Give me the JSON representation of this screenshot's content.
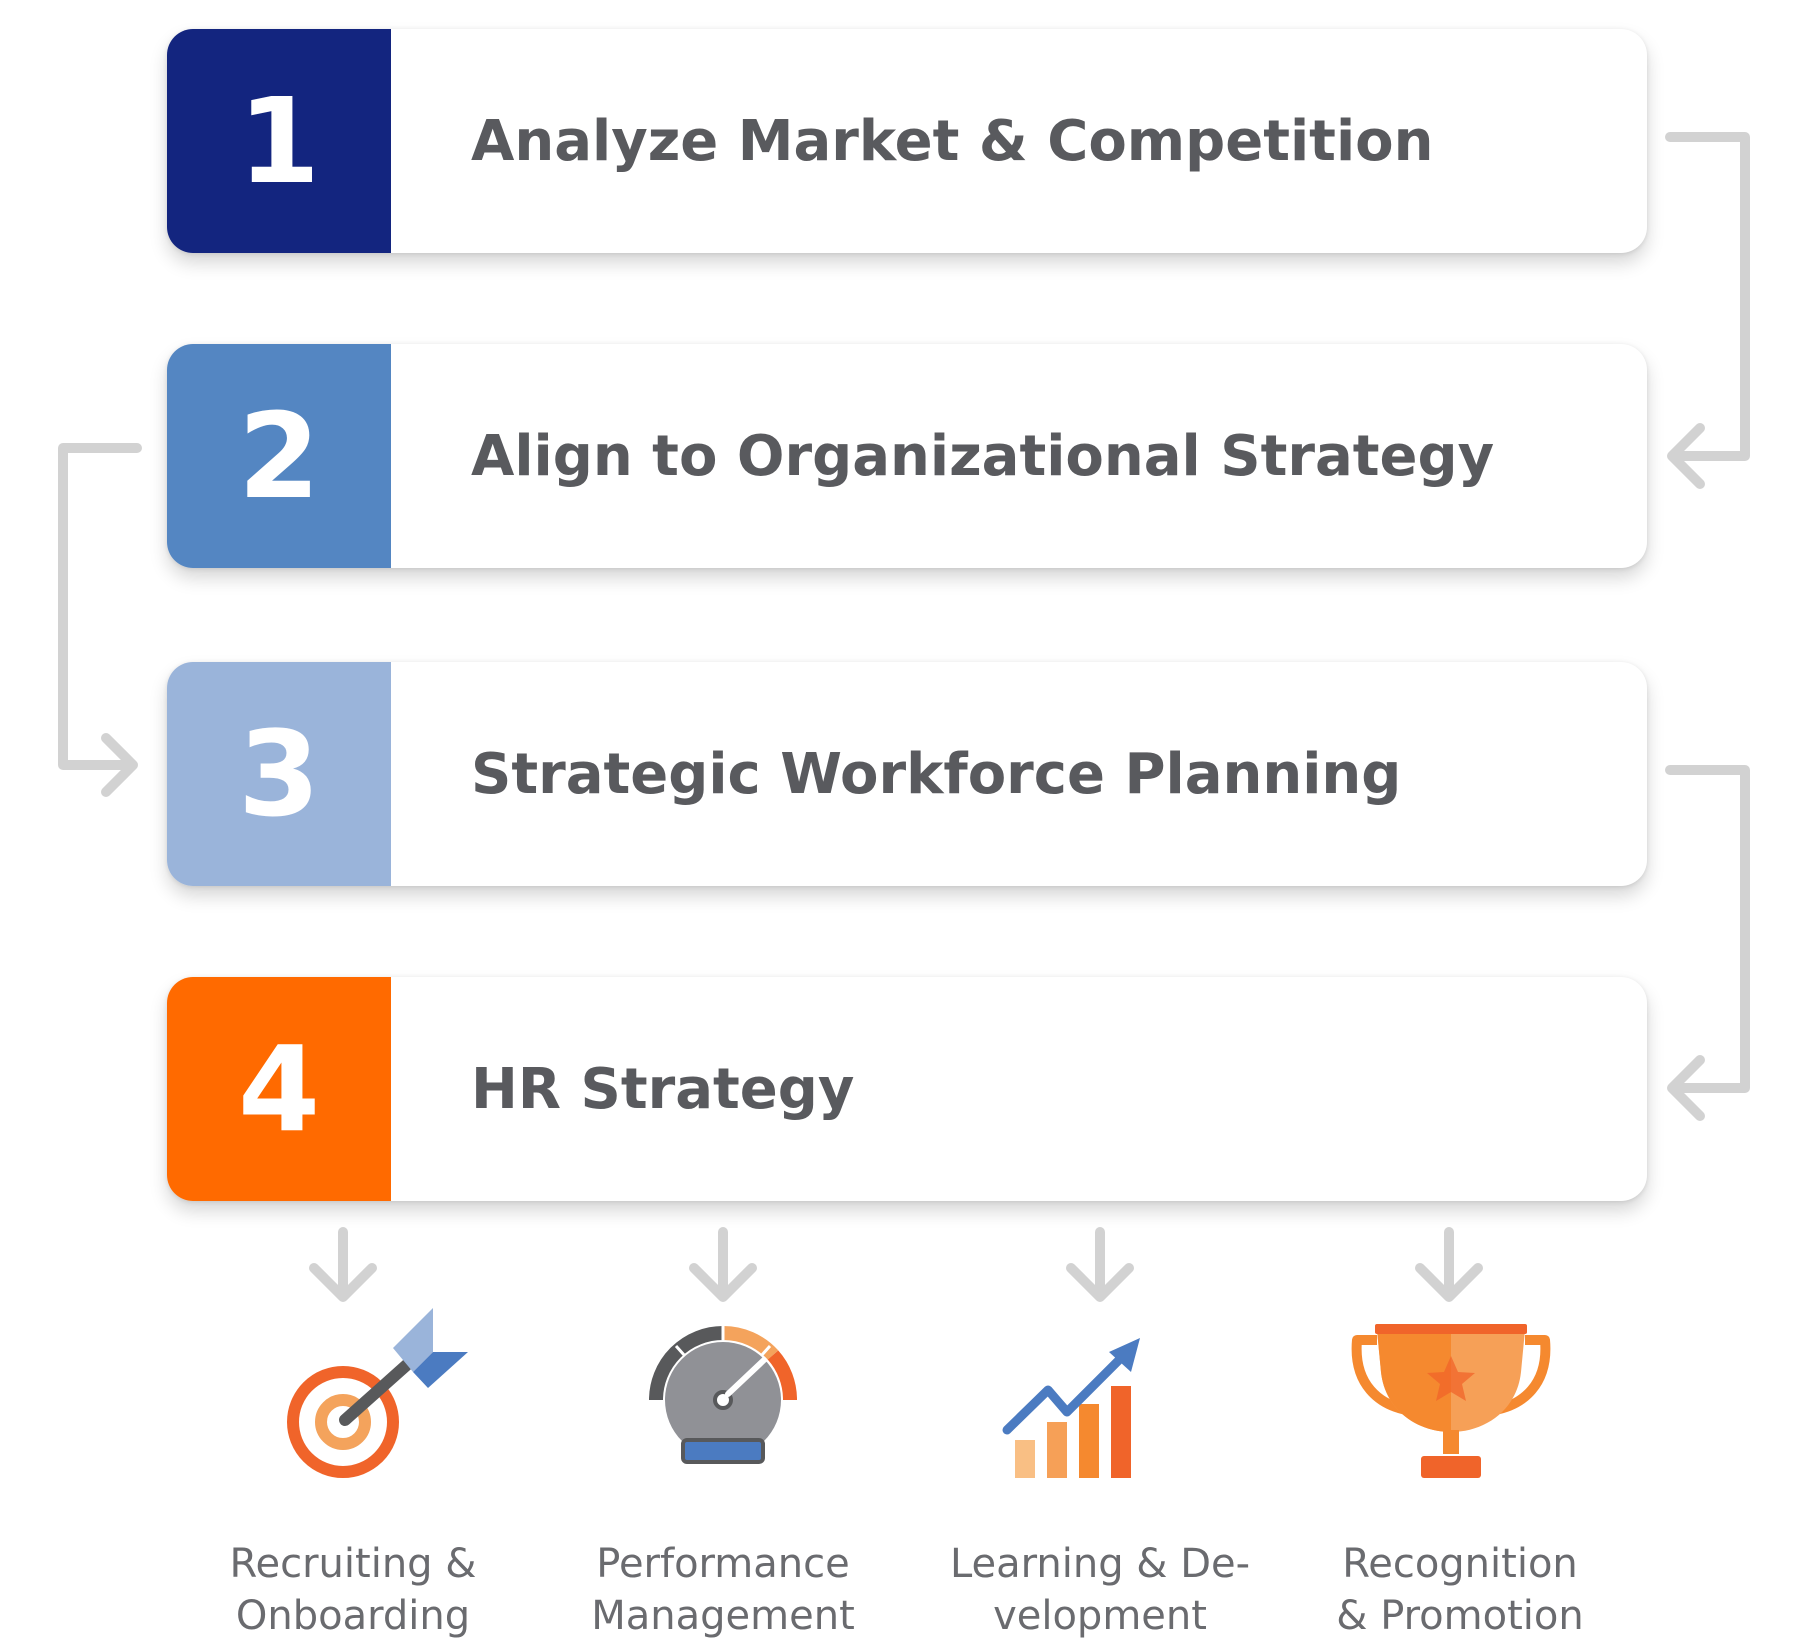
{
  "steps": [
    {
      "number": "1",
      "label": "Analyze Market & Competition",
      "color": "#13257f"
    },
    {
      "number": "2",
      "label": "Align to Organizational Strategy",
      "color": "#5486c2"
    },
    {
      "number": "3",
      "label": "Strategic Workforce Planning",
      "color": "#9ab4da"
    },
    {
      "number": "4",
      "label": "HR Strategy",
      "color": "#ff6a00"
    }
  ],
  "outcomes": [
    {
      "line1": "Recruiting &",
      "line2": "Onboarding",
      "icon": "target-arrow-icon"
    },
    {
      "line1": "Performance",
      "line2": "Management",
      "icon": "speedometer-icon"
    },
    {
      "line1": "Learning & De-",
      "line2": "velopment",
      "icon": "growth-chart-icon"
    },
    {
      "line1": "Recognition",
      "line2": "& Promotion",
      "icon": "trophy-icon"
    }
  ],
  "colors": {
    "connector": "#d2d2d2",
    "label_text": "#595a5e",
    "caption_text": "#6a6b6f",
    "orange": "#f0642a",
    "light_orange": "#f4a35c",
    "blue": "#4b7bc1"
  }
}
